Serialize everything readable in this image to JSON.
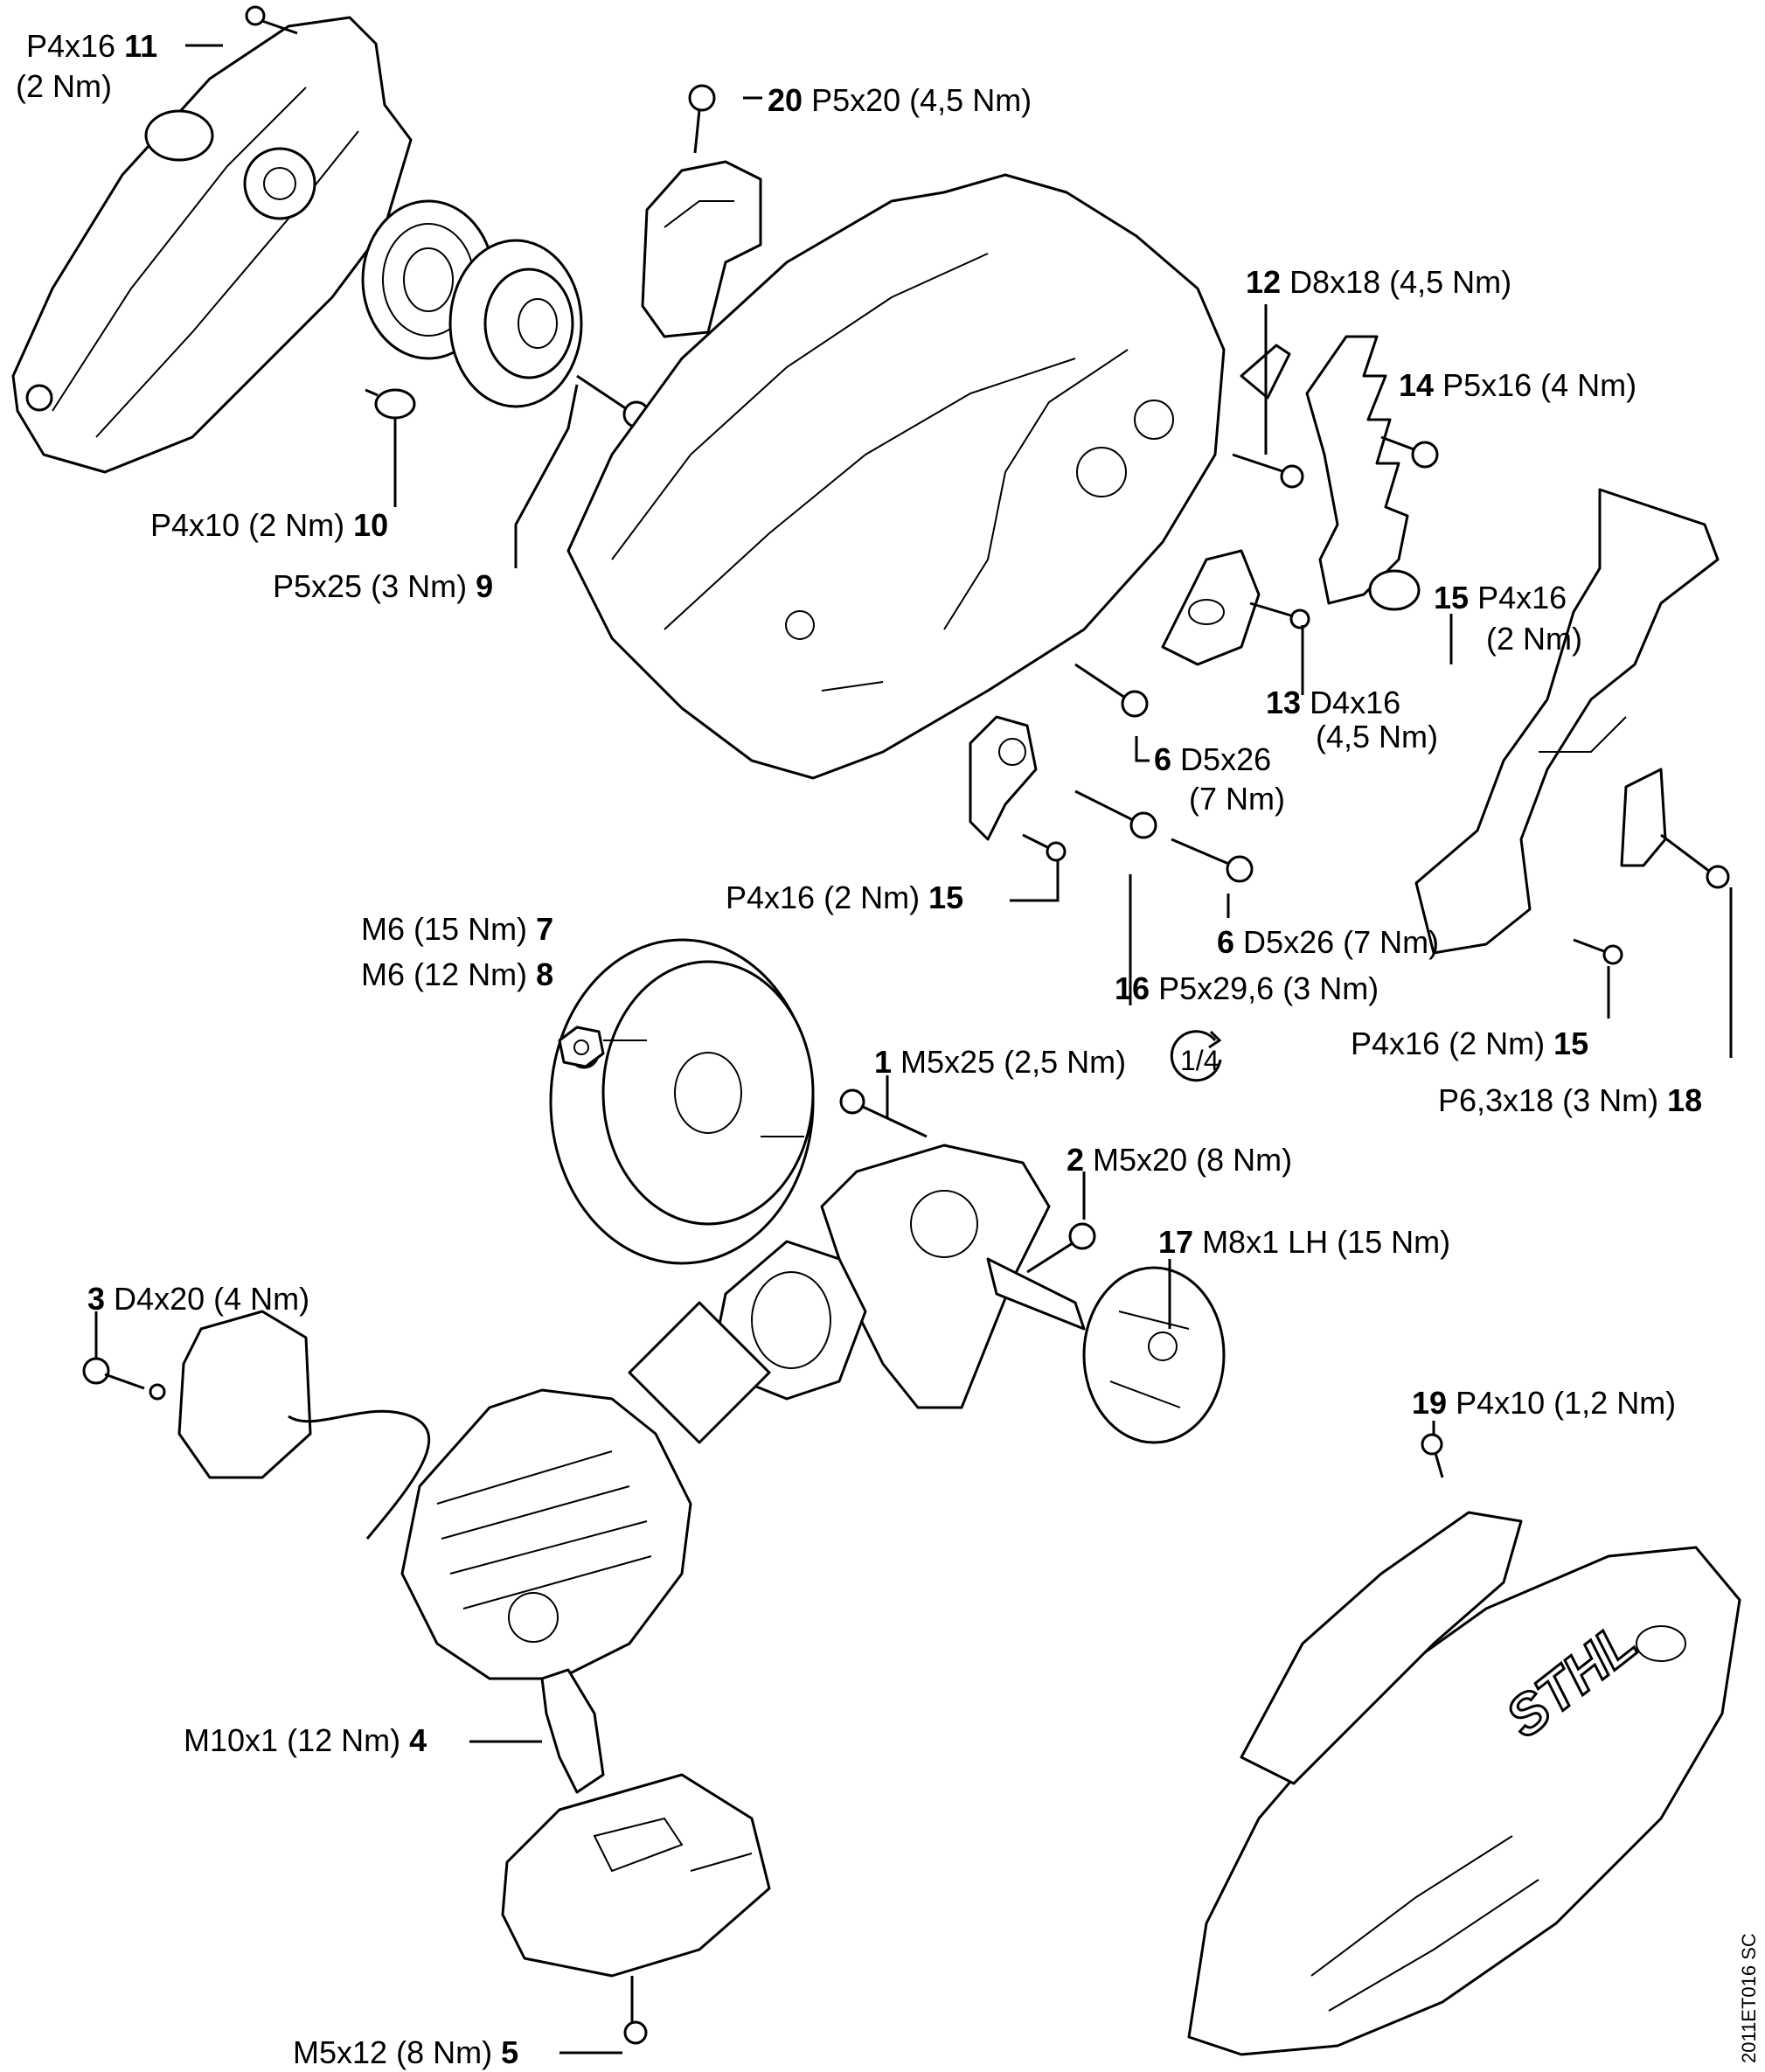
{
  "labels": {
    "l11": {
      "num": "11",
      "spec": "P4x16",
      "torque": "(2 Nm)"
    },
    "l20": {
      "num": "20",
      "spec": "P5x20",
      "torque": "(4,5 Nm)"
    },
    "l10": {
      "num": "10",
      "spec": "P4x10",
      "torque": "(2 Nm)"
    },
    "l9": {
      "num": "9",
      "spec": "P5x25",
      "torque": "(3 Nm)"
    },
    "l12": {
      "num": "12",
      "spec": "D8x18",
      "torque": "(4,5 Nm)"
    },
    "l14": {
      "num": "14",
      "spec": "P5x16",
      "torque": "(4 Nm)"
    },
    "l15a": {
      "num": "15",
      "spec": "P4x16",
      "torque": "(2 Nm)"
    },
    "l13": {
      "num": "13",
      "spec": "D4x16",
      "torque": "(4,5 Nm)"
    },
    "l6a": {
      "num": "6",
      "spec": "D5x26",
      "torque": "(7 Nm)"
    },
    "l15b": {
      "num": "15",
      "spec": "P4x16",
      "torque": "(2 Nm)"
    },
    "l6b": {
      "num": "6",
      "spec": "D5x26",
      "torque": "(7 Nm)"
    },
    "l7": {
      "num": "7",
      "spec": "M6",
      "torque": "(15 Nm)"
    },
    "l8": {
      "num": "8",
      "spec": "M6",
      "torque": "(12 Nm)"
    },
    "l16": {
      "num": "16",
      "spec": "P5x29,6",
      "torque": "(3 Nm)"
    },
    "l1": {
      "num": "1",
      "spec": "M5x25",
      "torque": "(2,5 Nm)",
      "turn": "1/4"
    },
    "l15c": {
      "num": "15",
      "spec": "P4x16",
      "torque": "(2 Nm)"
    },
    "l18": {
      "num": "18",
      "spec": "P6,3x18",
      "torque": "(3 Nm)"
    },
    "l2": {
      "num": "2",
      "spec": "M5x20",
      "torque": "(8 Nm)"
    },
    "l17": {
      "num": "17",
      "spec": "M8x1 LH",
      "torque": "(15 Nm)"
    },
    "l3": {
      "num": "3",
      "spec": "D4x20",
      "torque": "(4 Nm)"
    },
    "l19": {
      "num": "19",
      "spec": "P4x10",
      "torque": "(1,2 Nm)"
    },
    "l4": {
      "num": "4",
      "spec": "M10x1",
      "torque": "(12 Nm)"
    },
    "l5": {
      "num": "5",
      "spec": "M5x12",
      "torque": "(8 Nm)"
    }
  },
  "brand": "STHL",
  "drawing_code": "2011ET016 SC"
}
